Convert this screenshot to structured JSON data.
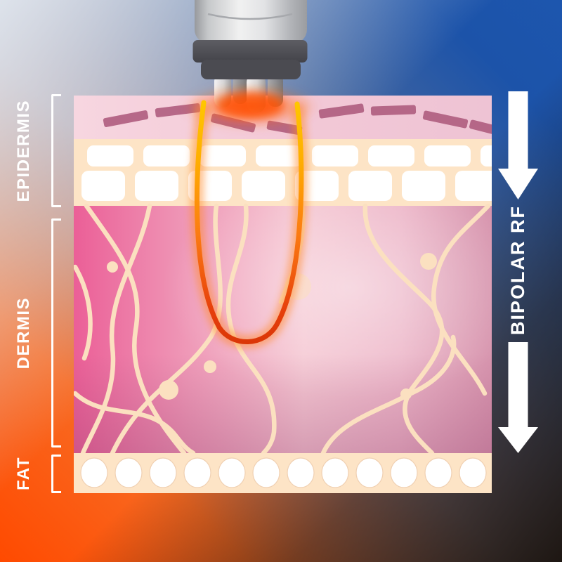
{
  "diagram": {
    "layer_labels": {
      "epidermis": "EPIDERMIS",
      "dermis": "DERMIS",
      "fat": "FAT"
    },
    "rf_label": "BIPOLAR RF"
  },
  "icons": {
    "down_arrow_top": "down-arrow",
    "down_arrow_bottom": "down-arrow",
    "device": "rf-handpiece"
  },
  "colors": {
    "background_top_left": "#dfe5ec",
    "background_top_right": "#1b52a8",
    "background_bottom_left": "#ff4b00",
    "background_bottom_right": "#221914",
    "epidermis_surface": "#f5cfdb",
    "epidermis_dash": "#b05e80",
    "cell_band": "#fde4c6",
    "cell_fill": "#ffffff",
    "dermis_left": "#eb5f97",
    "dermis_light": "#f5c8d3",
    "dermis_fiber": "#fbe0c0",
    "fat_band": "#fde4c6",
    "fat_cell": "#ffffff",
    "rf_loop_top": "#ffc800",
    "rf_loop_bottom": "#d93507",
    "glow": "#ff5f15",
    "device_body": "#d9dadc",
    "device_dark": "#4e4e54",
    "label_text": "#ffffff",
    "arrow": "#ffffff"
  }
}
